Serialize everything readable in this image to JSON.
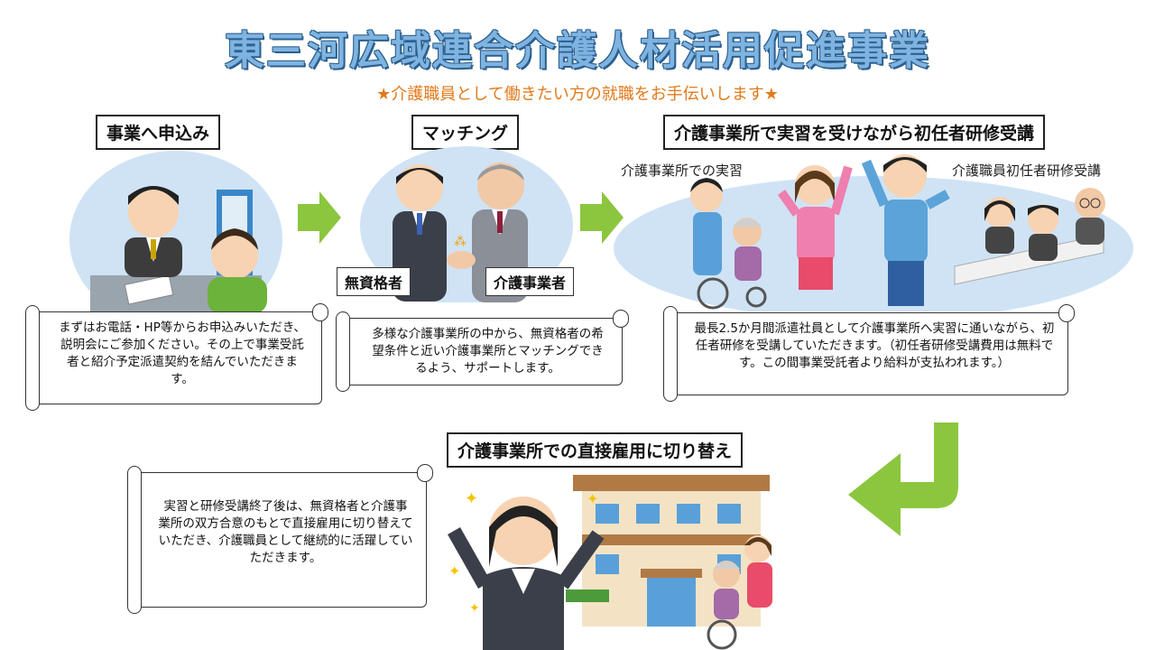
{
  "title": "東三河広域連合介護人材活用促進事業",
  "subtitle": "★介護職員として働きたい方の就職をお手伝いします★",
  "steps": {
    "apply": {
      "label": "事業へ申込み",
      "text": "まずはお電話・HP等からお申込みいただき、説明会にご参加ください。その上で事業受託者と紹介予定派遣契約を結んでいただきます。"
    },
    "matching": {
      "label": "マッチング",
      "tag_left": "無資格者",
      "tag_right": "介護事業者",
      "text": "多様な介護事業所の中から、無資格者の希望条件と近い介護事業所とマッチングできるよう、サポートします。"
    },
    "training": {
      "label": "介護事業所で実習を受けながら初任者研修受講",
      "caption_left": "介護事業所での実習",
      "caption_right": "介護職員初任者研修受講",
      "text": "最長2.5か月間派遣社員として介護事業所へ実習に通いながら、初任者研修を受講していただきます。（初任者研修受講費用は無料です。この間事業受託者より給料が支払われます。）"
    },
    "employ": {
      "label": "介護事業所での直接雇用に切り替え",
      "text": "実習と研修受講終了後は、無資格者と介護事業所の双方合意のもとで直接雇用に切り替えていただき、介護職員として継続的に活躍していただきます。"
    }
  },
  "colors": {
    "arrow": "#8cc63f",
    "bubble": "#cfe3f5",
    "title_fill": "#7fb3e0",
    "title_edge": "#2b5f8e",
    "subtitle": "#e07a1a"
  }
}
